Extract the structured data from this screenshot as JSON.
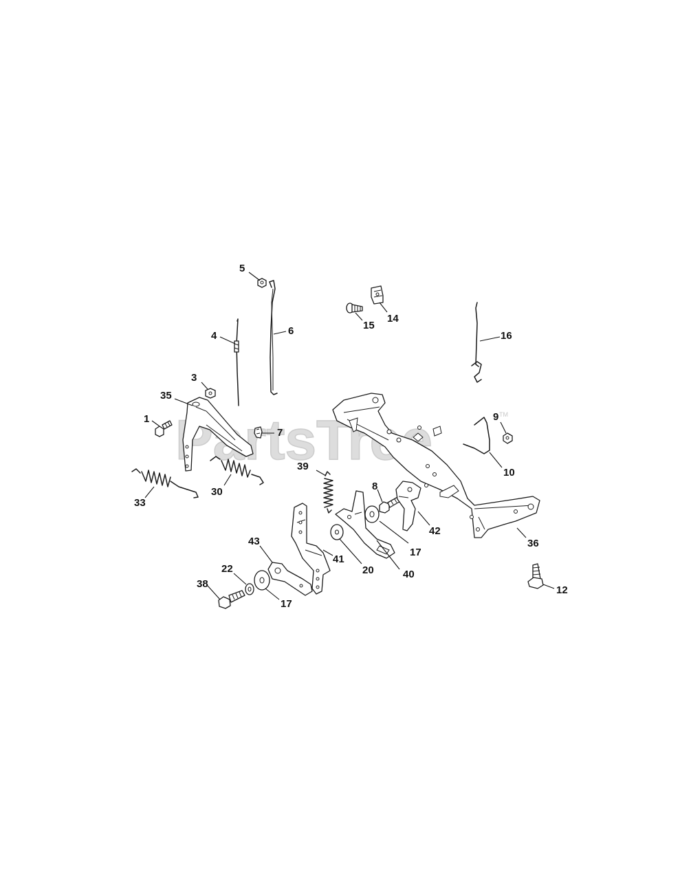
{
  "watermark": {
    "text": "PartsTree",
    "trademark": "TM"
  },
  "callouts": [
    {
      "id": "5",
      "label": "5"
    },
    {
      "id": "6",
      "label": "6"
    },
    {
      "id": "4",
      "label": "4"
    },
    {
      "id": "15",
      "label": "15"
    },
    {
      "id": "14",
      "label": "14"
    },
    {
      "id": "16",
      "label": "16"
    },
    {
      "id": "3",
      "label": "3"
    },
    {
      "id": "35",
      "label": "35"
    },
    {
      "id": "1",
      "label": "1"
    },
    {
      "id": "7",
      "label": "7"
    },
    {
      "id": "9",
      "label": "9"
    },
    {
      "id": "10",
      "label": "10"
    },
    {
      "id": "39",
      "label": "39"
    },
    {
      "id": "8",
      "label": "8"
    },
    {
      "id": "33",
      "label": "33"
    },
    {
      "id": "30",
      "label": "30"
    },
    {
      "id": "42",
      "label": "42"
    },
    {
      "id": "36",
      "label": "36"
    },
    {
      "id": "17a",
      "label": "17"
    },
    {
      "id": "43",
      "label": "43"
    },
    {
      "id": "41",
      "label": "41"
    },
    {
      "id": "20",
      "label": "20"
    },
    {
      "id": "40",
      "label": "40"
    },
    {
      "id": "22",
      "label": "22"
    },
    {
      "id": "38",
      "label": "38"
    },
    {
      "id": "17b",
      "label": "17"
    },
    {
      "id": "12",
      "label": "12"
    }
  ]
}
